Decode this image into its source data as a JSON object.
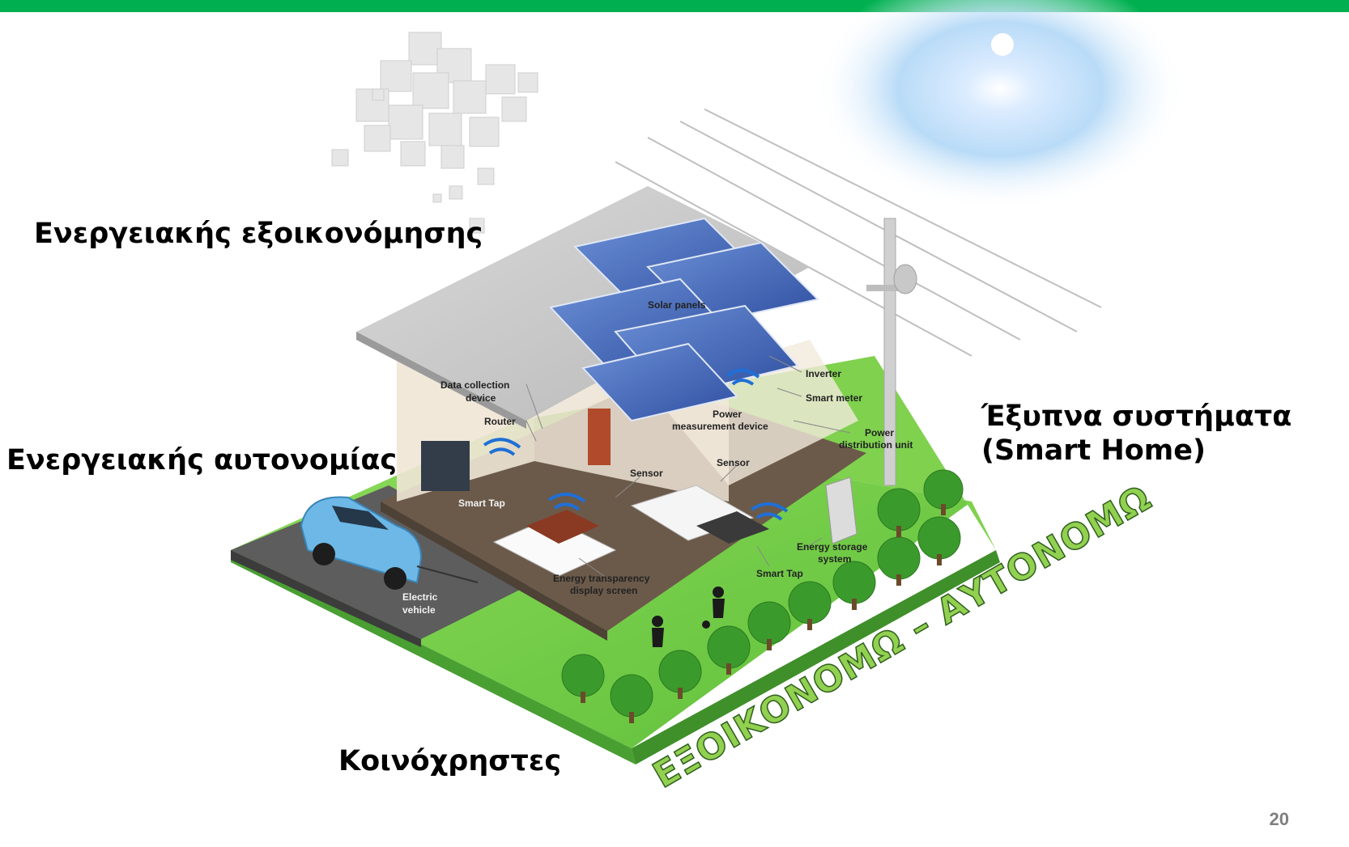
{
  "slide": {
    "accent_color": "#00b050",
    "page_number": "20",
    "labels": {
      "energy_savings": "Ενεργειακής εξοικονόμησης",
      "energy_autonomy": "Ενεργειακής αυτονομίας",
      "common_areas": "Κοινόχρηστες",
      "smart_systems_line1": "Έξυπνα συστήματα",
      "smart_systems_line2": "(Smart Home)"
    },
    "banner": "ΕΞΟΙΚΟΝΟΜΩ – ΑΥΤΟΝΟΜΩ"
  },
  "illustration": {
    "callouts": {
      "solar_panels": "Solar panels",
      "inverter": "Inverter",
      "smart_meter": "Smart meter",
      "power_distribution_1": "Power",
      "power_distribution_2": "distribution unit",
      "data_collection_1": "Data collection",
      "data_collection_2": "device",
      "router": "Router",
      "power_measurement_1": "Power",
      "power_measurement_2": "measurement device",
      "sensor_left": "Sensor",
      "sensor_right": "Sensor",
      "smart_tap_left": "Smart Tap",
      "smart_tap_right": "Smart Tap",
      "energy_storage_1": "Energy storage",
      "energy_storage_2": "system",
      "energy_transparency_1": "Energy transparency",
      "energy_transparency_2": "display screen",
      "electric_vehicle_1": "Electric",
      "electric_vehicle_2": "vehicle"
    },
    "icons": [
      "cloud-cubes-icon",
      "sun-icon",
      "solar-panel-icon",
      "utility-pole-icon",
      "electric-car-icon",
      "tree-icon",
      "wifi-icon"
    ]
  }
}
